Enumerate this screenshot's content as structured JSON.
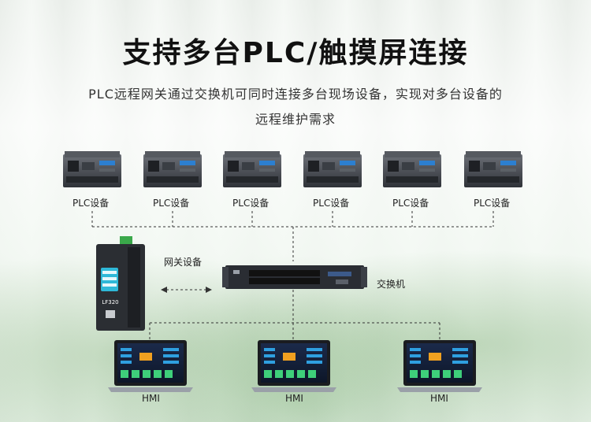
{
  "title": "支持多台PLC/触摸屏连接",
  "subtitle_line1": "PLC远程网关通过交换机可同时连接多台现场设备，实现对多台设备的",
  "subtitle_line2": "远程维护需求",
  "plc_devices": [
    {
      "label": "PLC设备"
    },
    {
      "label": "PLC设备"
    },
    {
      "label": "PLC设备"
    },
    {
      "label": "PLC设备"
    },
    {
      "label": "PLC设备"
    },
    {
      "label": "PLC设备"
    }
  ],
  "gateway": {
    "label": "网关设备",
    "model": "LF320"
  },
  "switch": {
    "label": "交换机"
  },
  "hmi_devices": [
    {
      "label": "HMI"
    },
    {
      "label": "HMI"
    },
    {
      "label": "HMI"
    }
  ]
}
